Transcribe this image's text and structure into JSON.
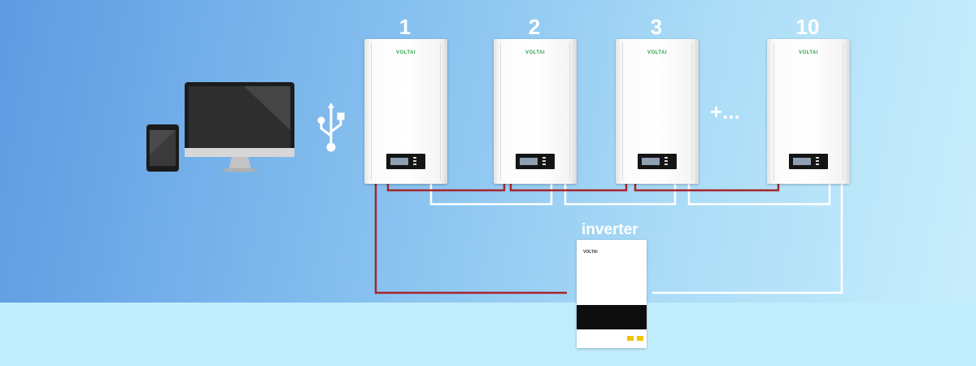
{
  "batteries": [
    {
      "number": "1",
      "brand": "VOLTAI"
    },
    {
      "number": "2",
      "brand": "VOLTAI"
    },
    {
      "number": "3",
      "brand": "VOLTAI"
    },
    {
      "number": "10",
      "brand": "VOLTAI"
    }
  ],
  "more_indicator": "+...",
  "inverter": {
    "label": "inverter",
    "brand": "VOLTAI"
  },
  "icons": [
    "usb-icon",
    "monitor-icon",
    "tablet-icon"
  ],
  "colors": {
    "positive_cable": "#a5262e",
    "negative_cable": "#ffffff"
  }
}
